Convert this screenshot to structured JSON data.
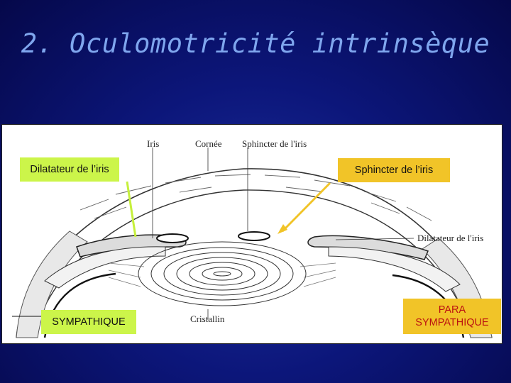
{
  "slide": {
    "title": "2. Oculomotricité intrinsèque"
  },
  "figure": {
    "labels": {
      "iris": "Iris",
      "cornee": "Cornée",
      "sphincter": "Sphincter de l'iris",
      "dilatateur": "Dilatateur de l'iris",
      "cristallin": "Cristallin"
    }
  },
  "callouts": {
    "dilatateur": "Dilatateur de l’iris",
    "sphincter": "Sphincter de l’iris",
    "sympathique": "SYMPATHIQUE",
    "para_line1": "PARA",
    "para_line2": "SYMPATHIQUE"
  },
  "colors": {
    "green_box": "#ccf54a",
    "yellow_box": "#f1c428",
    "para_text": "#bb1111",
    "title": "#7fa6ee"
  }
}
